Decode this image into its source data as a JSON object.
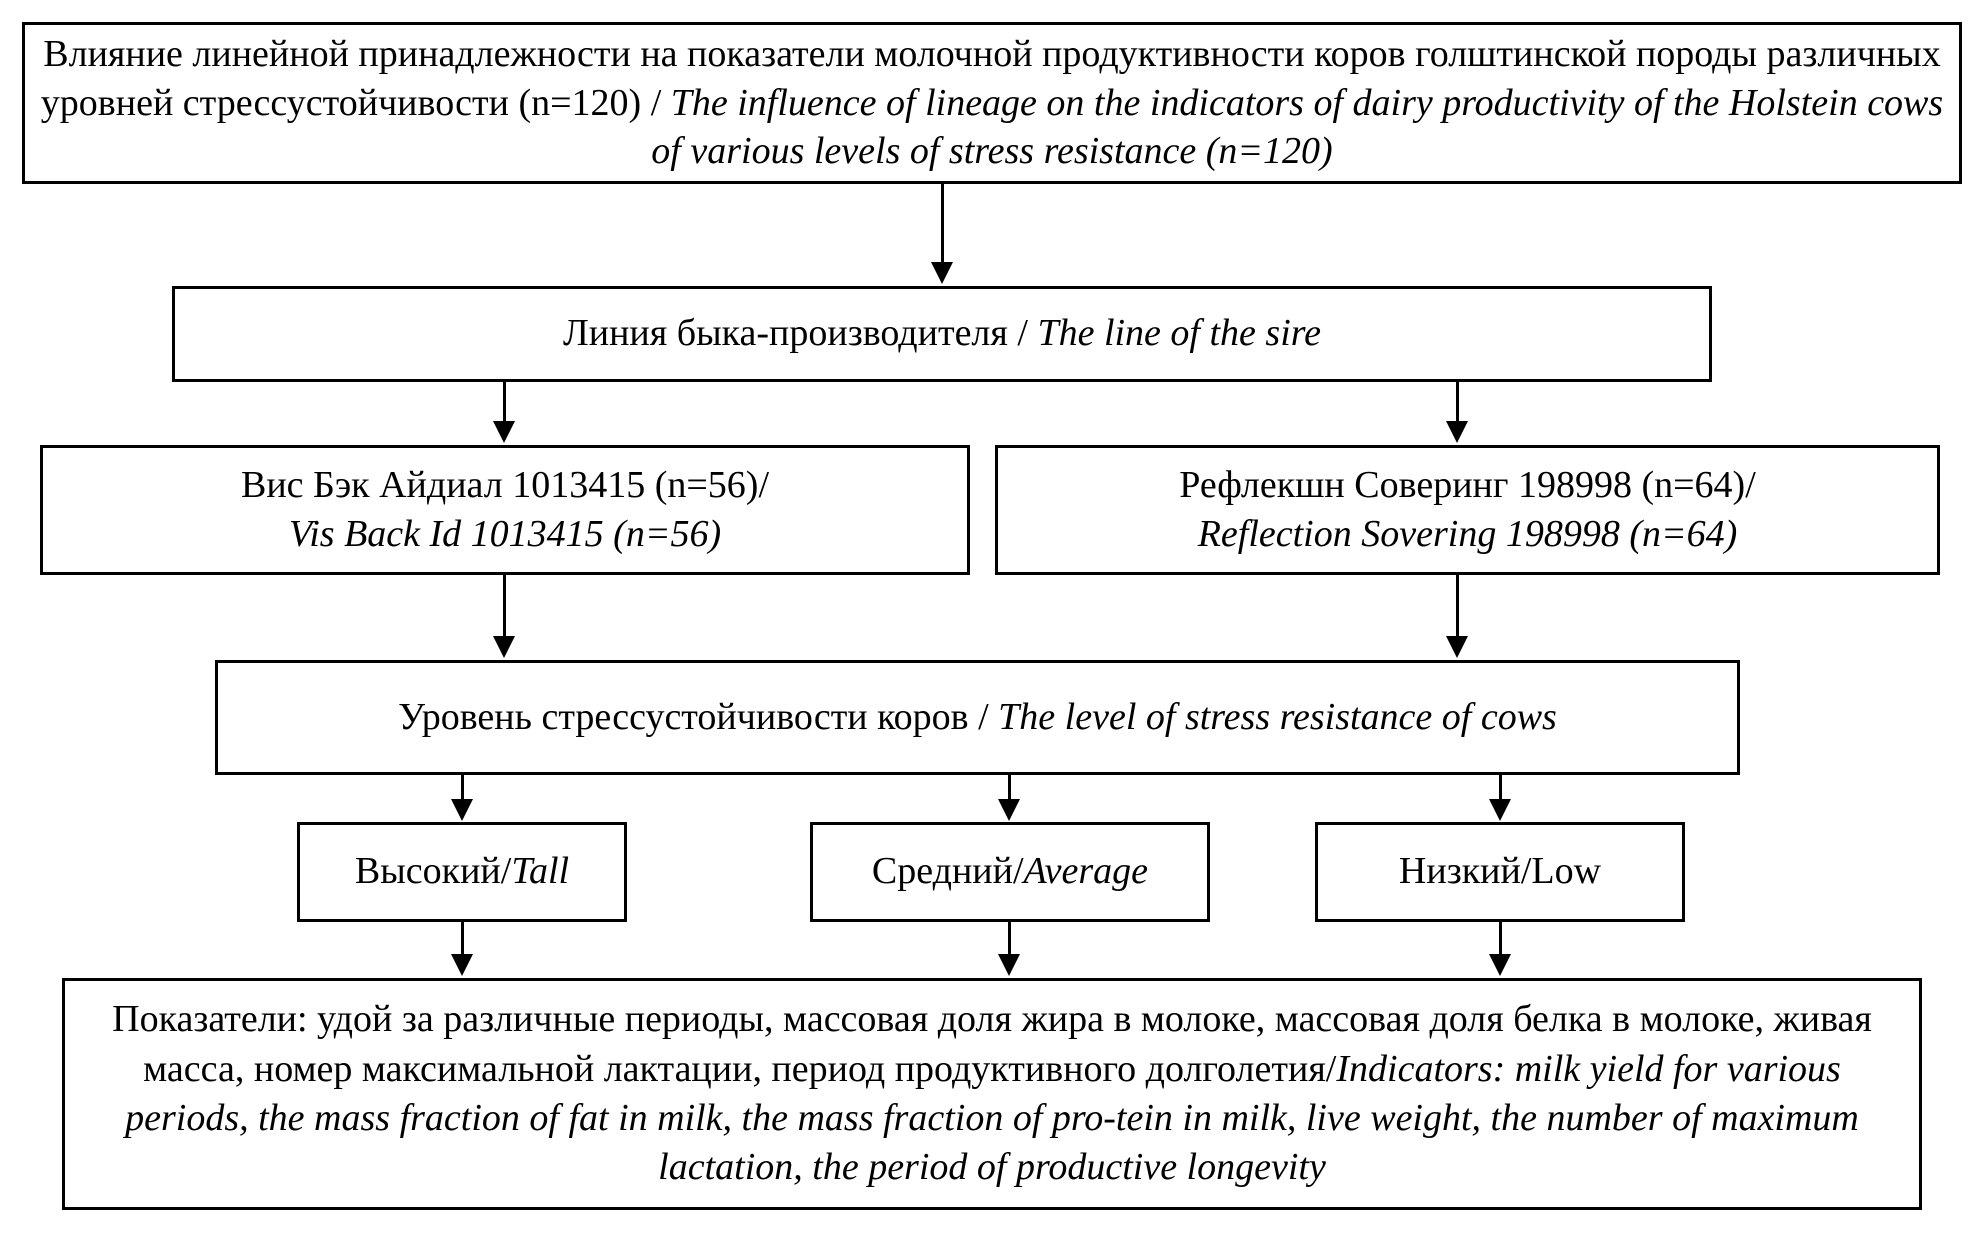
{
  "diagram": {
    "type": "flowchart",
    "orientation": "top-down",
    "language": "ru/en bilingual",
    "nodes": {
      "title": {
        "ru": "Влияние линейной принадлежности на показатели молочной продуктивности коров голштинской породы различных уровней стрессустойчивости (n=120) / ",
        "en": "The influence of lineage on the indicators of dairy productivity of the Holstein cows of various levels of stress resistance (n=120)"
      },
      "sire_line": {
        "ru": "Линия быка-производителя / ",
        "en": "The line of the sire"
      },
      "line_left": {
        "ru": "Вис Бэк Айдиал 1013415 (n=56)/",
        "en": "Vis Back Id 1013415 (n=56)"
      },
      "line_right": {
        "ru": "Рефлекшн Соверинг 198998 (n=64)/",
        "en": "Reflection Sovering 198998 (n=64)"
      },
      "stress_level": {
        "ru": "Уровень стрессустойчивости коров / ",
        "en": "The level of stress resistance of cows"
      },
      "level_tall": {
        "ru": "Высокий/",
        "en": "Tall"
      },
      "level_average": {
        "ru": "Средний/",
        "en": "Average"
      },
      "level_low": {
        "ru": "Низкий/",
        "en": "Low"
      },
      "indicators": {
        "ru": "Показатели: удой за различные периоды, массовая доля жира в молоке, массовая доля белка в молоке, живая масса, номер максимальной лактации, период продуктивного долголетия/",
        "en": "Indicators: milk yield for various periods, the mass fraction of fat in milk, the mass fraction of pro-tein in milk, live weight, the number of maximum lactation, the period of productive longevity"
      }
    },
    "counts": {
      "total_n": "n=120",
      "vis_back_id_n": "n=56",
      "reflection_sovering_n": "n=64"
    },
    "colors": {
      "stroke": "#000000",
      "fill": "#ffffff",
      "text": "#000000"
    }
  }
}
